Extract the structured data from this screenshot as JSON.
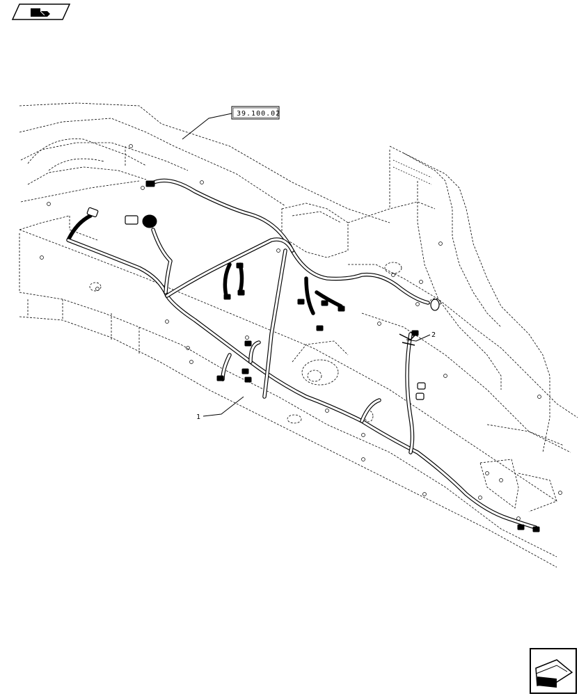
{
  "reference_box": {
    "text": "39.100.02"
  },
  "callouts": [
    {
      "id": "callout-1",
      "label": "1"
    },
    {
      "id": "callout-2",
      "label": "2"
    }
  ],
  "icons": {
    "top_left": "book-hand-icon",
    "bottom_right": "next-page-arrow-icon"
  },
  "colors": {
    "line": "#000000",
    "background": "#ffffff"
  }
}
